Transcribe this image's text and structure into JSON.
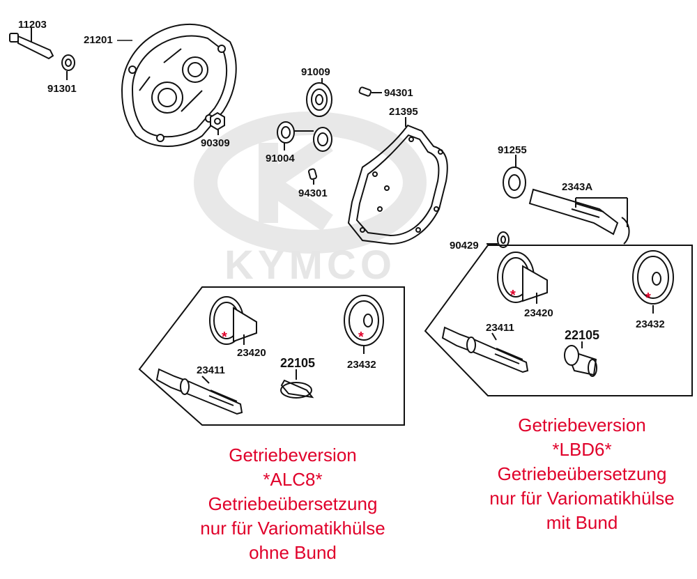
{
  "watermark": {
    "brand": "KYMCO"
  },
  "part_labels": {
    "p11203": "11203",
    "p21201": "21201",
    "p91301": "91301",
    "p90309": "90309",
    "p91009": "91009",
    "p94301_top": "94301",
    "p21395": "21395",
    "p91004": "91004",
    "p94301_bottom": "94301",
    "p91255": "91255",
    "p2343A": "2343A",
    "p90429": "90429",
    "alc8_23420": "23420",
    "alc8_23432": "23432",
    "alc8_23411": "23411",
    "alc8_22105": "22105",
    "lbd6_23420": "23420",
    "lbd6_23432": "23432",
    "lbd6_23411": "23411",
    "lbd6_22105": "22105"
  },
  "markers": {
    "star": "*"
  },
  "notes": {
    "alc8": [
      "Getriebeversion",
      "*ALC8*",
      "Getriebeübersetzung",
      "nur für Variomatikhülse",
      "ohne Bund"
    ],
    "lbd6": [
      "Getriebeversion",
      "*LBD6*",
      "Getriebeübersetzung",
      "nur für Variomatikhülse",
      "mit Bund"
    ]
  },
  "colors": {
    "note_text": "#e0002a",
    "ink": "#111111",
    "watermark": "#e6e6e6"
  }
}
